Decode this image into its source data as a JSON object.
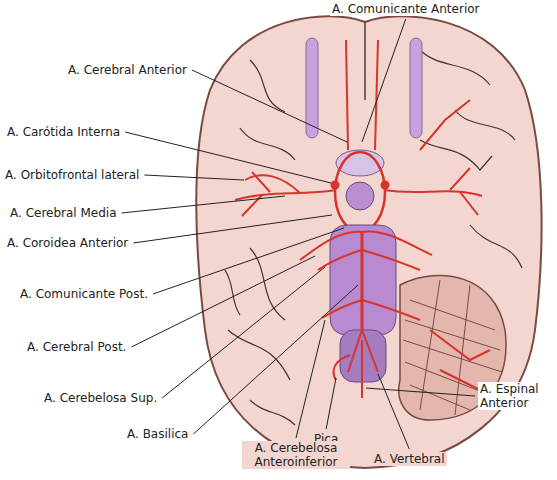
{
  "diagram": {
    "labels": [
      "A. Comunicante Anterior",
      "A. Cerebral Anterior",
      "A. Carótida Interna",
      "A. Orbitofrontal lateral",
      "A. Cerebral Media",
      "A. Coroidea Anterior",
      "A. Comunicante Post.",
      "A. Cerebral Post.",
      "A. Cerebelosa Sup.",
      "A. Basilica",
      "Pica",
      "A. Cerebelosa Anteroinferior",
      "A. Vertebral",
      "A. Espinal Anterior"
    ]
  }
}
